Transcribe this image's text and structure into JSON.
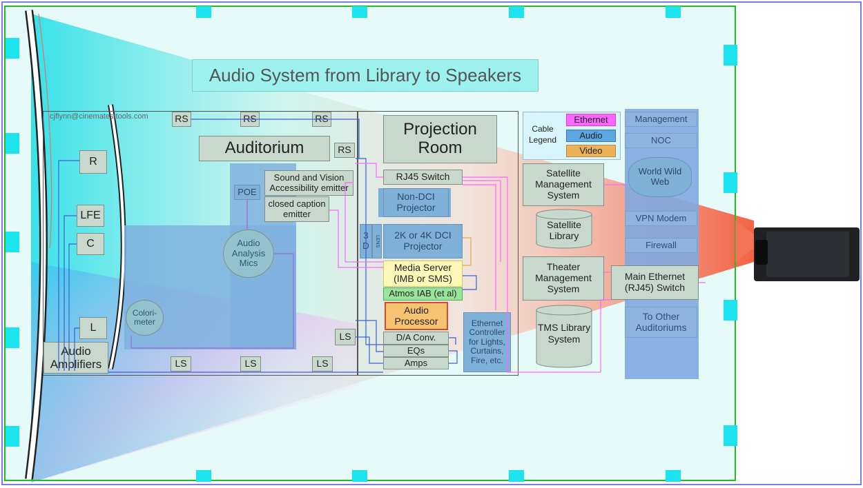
{
  "title": "Audio System from Library to Speakers",
  "credit": "cjflynn@cinematesttools.com",
  "auditorium": {
    "label": "Auditorium",
    "speakers": {
      "rs": "RS",
      "ls": "LS",
      "r": "R",
      "lfe": "LFE",
      "c": "C",
      "l": "L"
    },
    "audio_amplifiers": "Audio Amplifiers",
    "poe": "POE",
    "sound_vision_emitter": "Sound and Vision Accessibility emitter",
    "closed_caption_emitter": "closed caption emitter",
    "audio_analysis_mics": "Audio Analysis Mics",
    "colorimeter": "Colori- meter"
  },
  "projection_room": {
    "label": "Projection Room",
    "rj45_switch": "RJ45 Switch",
    "non_dci_projector": "Non-DCI Projector",
    "three_d": "3 D",
    "lens": "LENS",
    "dci_projector": "2K or 4K DCI Projector",
    "media_server": "Media Server (IMB or SMS)",
    "atmos": "Atmos IAB (et al)",
    "audio_processor": "Audio Processor",
    "da_conv": "D/A Conv.",
    "eqs": "EQs",
    "amps": "Amps",
    "ethernet_controller": "Ethernet Controller for Lights, Curtains, Fire, etc."
  },
  "legend": {
    "title": "Cable Legend",
    "items": [
      {
        "label": "Ethernet",
        "color": "#ff66ff"
      },
      {
        "label": "Audio",
        "color": "#5aa7e0"
      },
      {
        "label": "Video",
        "color": "#eab35a"
      }
    ]
  },
  "network": {
    "satellite_management": "Satellite Management System",
    "satellite_library": "Satellite Library",
    "theater_management": "Theater Management System",
    "tms_library": "TMS Library System",
    "main_ethernet_switch": "Main Ethernet (RJ45) Switch",
    "column": [
      "Management",
      "NOC",
      "World Wild Web",
      "VPN Modem",
      "Firewall",
      "To Other Auditoriums"
    ]
  },
  "colors": {
    "ethernet": "#ff66ff",
    "audio": "#3a5fd6",
    "video": "#eab35a",
    "frame": "#22bb22",
    "outer_frame": "#7a7aee",
    "marker": "#1de3ef"
  }
}
